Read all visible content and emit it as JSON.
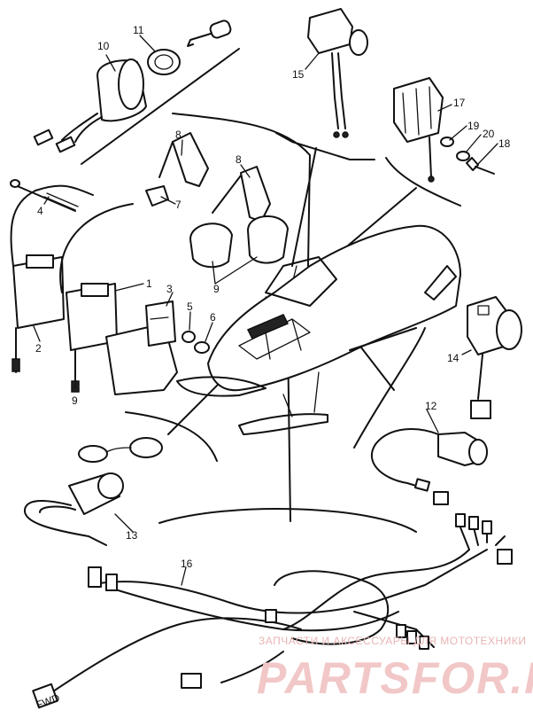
{
  "callouts": {
    "c1": "1",
    "c2": "2",
    "c3": "3",
    "c4": "4",
    "c5": "5",
    "c6": "6",
    "c7": "7",
    "c8a": "8",
    "c8b": "8",
    "c9a": "9",
    "c9b": "9",
    "c10": "10",
    "c11": "11",
    "c12": "12",
    "c13": "13",
    "c14": "14",
    "c15": "15",
    "c16": "16",
    "c17": "17",
    "c18": "18",
    "c19": "19",
    "c20": "20"
  },
  "fwd_label": "FWD",
  "watermark": {
    "subtitle": "ЗАПЧАСТИ И АКСЕССУАРЫ ДЛЯ МОТОТЕХНИКИ",
    "brand": "PARTSFOR.RU"
  }
}
